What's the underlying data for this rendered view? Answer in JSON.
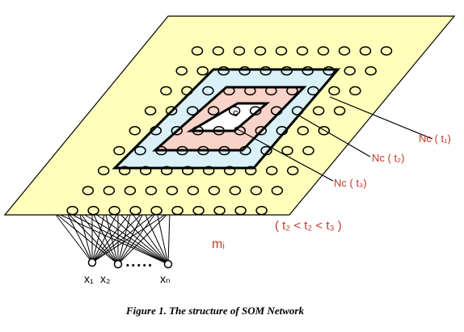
{
  "figure": {
    "caption": "Figure 1. The structure of SOM Network",
    "center_label": "c",
    "neighborhood_labels": [
      "Nc ( t₁)",
      "Nc ( t₂)",
      "Nc ( t₃)"
    ],
    "relation": "( t₂ < t₂ < t₃ )",
    "weight_label": "mᵢ",
    "input_labels": [
      "x₁",
      "x₂",
      "xₙ"
    ],
    "ellipsis": "• • • • •",
    "colors": {
      "plane_fill": "#ffffbb",
      "ring_outer": "#d9f1f7",
      "ring_inner": "#f8d3c8",
      "annotation": "#c0392b",
      "stroke": "#000000"
    }
  }
}
